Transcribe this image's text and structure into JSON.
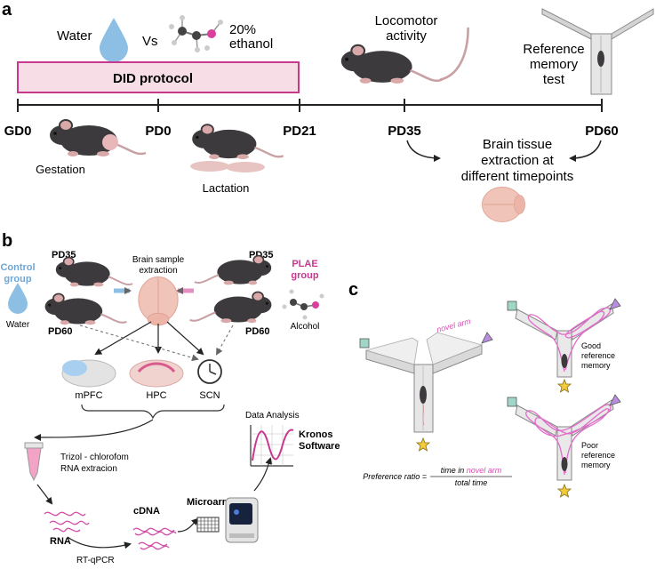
{
  "panel_a": {
    "label": "a",
    "water": "Water",
    "vs": "Vs",
    "ethanol_line1": "20%",
    "ethanol_line2": "ethanol",
    "protocol": "DID protocol",
    "locomotor_line1": "Locomotor",
    "locomotor_line2": "activity",
    "reference_line1": "Reference",
    "reference_line2": "memory",
    "reference_line3": "test",
    "timepoints": [
      "GD0",
      "PD0",
      "PD21",
      "PD35",
      "PD60"
    ],
    "gestation": "Gestation",
    "lactation": "Lactation",
    "brain_line1": "Brain tissue",
    "brain_line2": "extraction at",
    "brain_line3": "different timepoints",
    "colors": {
      "protocol_border": "#c8388f",
      "protocol_fill": "#f6dde6",
      "water": "#8cbfe3"
    }
  },
  "panel_b": {
    "label": "b",
    "control_line1": "Control",
    "control_line2": "group",
    "water": "Water",
    "plae_line1": "PLAE",
    "plae_line2": "group",
    "alcohol": "Alcohol",
    "pd35_left": "PD35",
    "pd60_left": "PD60",
    "pd35_right": "PD35",
    "pd60_right": "PD60",
    "extraction_line1": "Brain sample",
    "extraction_line2": "extraction",
    "regions": [
      "mPFC",
      "HPC",
      "SCN"
    ],
    "trizol_line1": "Trizol - chlorofom",
    "trizol_line2": "RNA extracion",
    "rna": "RNA",
    "rtqpcr": "RT-qPCR",
    "cdna": "cDNA",
    "microarray": "Microarray",
    "data_analysis": "Data Analysis",
    "kronos_line1": "Kronos",
    "kronos_line2": "Software",
    "colors": {
      "control": "#6ea6d6",
      "plae": "#c8388f"
    }
  },
  "panel_c": {
    "label": "c",
    "novel_arm": "novel arm",
    "ratio_label": "Preference ratio =",
    "ratio_num_a": "time in ",
    "ratio_num_b": "novel arm",
    "ratio_den": "total time",
    "good_line1": "Good",
    "good_line2": "reference",
    "good_line3": "memory",
    "poor_line1": "Poor",
    "poor_line2": "reference",
    "poor_line3": "memory",
    "colors": {
      "novel": "#d94fb5",
      "square": "#9fd6c8",
      "triangle": "#b98ee0",
      "star": "#f2cc3a"
    }
  }
}
